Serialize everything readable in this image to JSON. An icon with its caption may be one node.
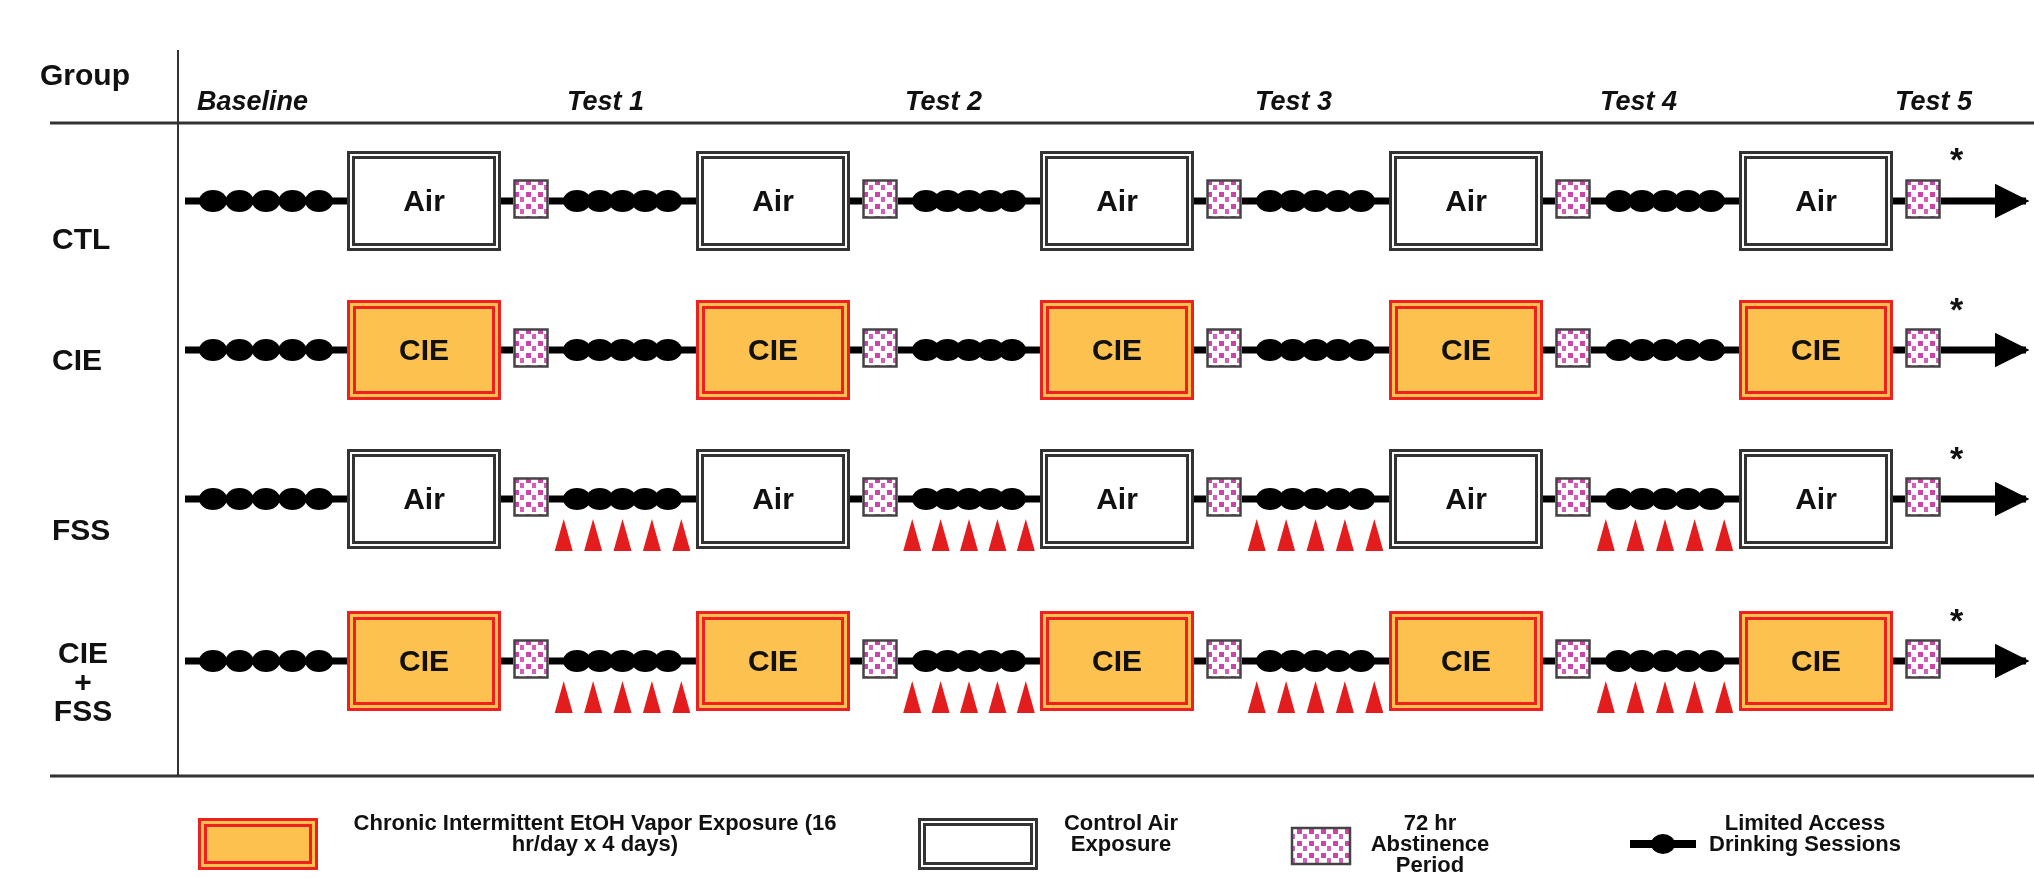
{
  "diagram": {
    "nodes": [
      {
        "text": [
          "Air"
        ]
      },
      {
        "text": [],
        "shape": "box"
      },
      {
        "text": [
          "Air"
        ]
      },
      {
        "text": [],
        "shape": "box"
      },
      {
        "text": [
          "Air"
        ]
      },
      {
        "text": [],
        "shape": "box"
      },
      {
        "text": [
          "Air"
        ]
      },
      {
        "text": [],
        "shape": "box"
      },
      {
        "text": [
          "Air"
        ]
      },
      {
        "text": [],
        "shape": "box"
      },
      {
        "text": [
          "CIE"
        ]
      },
      {
        "text": [],
        "shape": "box"
      },
      {
        "text": [
          "CIE"
        ]
      },
      {
        "text": [],
        "shape": "box"
      },
      {
        "text": [
          "CIE"
        ]
      },
      {
        "text": [],
        "shape": "box"
      },
      {
        "text": [
          "CIE"
        ]
      },
      {
        "text": [],
        "shape": "box"
      },
      {
        "text": [
          "CIE"
        ]
      },
      {
        "text": [],
        "shape": "box"
      },
      {
        "text": [
          "Air"
        ]
      },
      {
        "text": [],
        "shape": "box"
      },
      {
        "text": [
          "Air"
        ]
      },
      {
        "text": [],
        "shape": "box"
      },
      {
        "text": [
          "Air"
        ]
      },
      {
        "text": [],
        "shape": "box"
      },
      {
        "text": [
          "Air"
        ]
      },
      {
        "text": [],
        "shape": "box"
      },
      {
        "text": [
          "Air"
        ]
      },
      {
        "text": [],
        "shape": "box"
      },
      {
        "text": [
          "CIE"
        ]
      },
      {
        "text": [],
        "shape": "box"
      },
      {
        "text": [
          "CIE"
        ]
      },
      {
        "text": [],
        "shape": "box"
      },
      {
        "text": [
          "CIE"
        ]
      },
      {
        "text": [],
        "shape": "box"
      },
      {
        "text": [
          "CIE"
        ]
      },
      {
        "text": [],
        "shape": "box"
      },
      {
        "text": [
          "CIE"
        ]
      },
      {
        "text": [],
        "shape": "box"
      }
    ],
    "edges": [
      {
        "from": null,
        "to": 0,
        "arrow": "none"
      },
      {
        "from": 0,
        "to": 1,
        "arrow": "none"
      },
      {
        "from": 1,
        "to": 2,
        "arrow": "none"
      },
      {
        "from": 2,
        "to": 3,
        "arrow": "none"
      },
      {
        "from": 3,
        "to": 4,
        "arrow": "none"
      },
      {
        "from": 4,
        "to": 5,
        "arrow": "none"
      },
      {
        "from": 5,
        "to": 6,
        "arrow": "none"
      },
      {
        "from": 6,
        "to": 7,
        "arrow": "none"
      },
      {
        "from": 7,
        "to": 8,
        "arrow": "none"
      },
      {
        "from": 8,
        "to": 9,
        "arrow": "none"
      },
      {
        "from": 9,
        "to": null,
        "arrow": "to"
      },
      {
        "from": null,
        "to": 10,
        "arrow": "none"
      },
      {
        "from": 10,
        "to": 11,
        "arrow": "none"
      },
      {
        "from": 11,
        "to": 12,
        "arrow": "none"
      },
      {
        "from": 12,
        "to": 13,
        "arrow": "none"
      },
      {
        "from": 13,
        "to": 14,
        "arrow": "none"
      },
      {
        "from": 14,
        "to": 15,
        "arrow": "none"
      },
      {
        "from": 15,
        "to": 16,
        "arrow": "none"
      },
      {
        "from": 16,
        "to": 17,
        "arrow": "none"
      },
      {
        "from": 17,
        "to": 18,
        "arrow": "none"
      },
      {
        "from": 18,
        "to": 19,
        "arrow": "none"
      },
      {
        "from": 19,
        "to": null,
        "arrow": "to"
      },
      {
        "from": null,
        "to": 20,
        "arrow": "none"
      },
      {
        "from": 20,
        "to": 21,
        "arrow": "none"
      },
      {
        "from": 21,
        "to": 22,
        "arrow": "none"
      },
      {
        "from": 22,
        "to": 23,
        "arrow": "none"
      },
      {
        "from": 23,
        "to": 24,
        "arrow": "none"
      },
      {
        "from": 24,
        "to": 25,
        "arrow": "none"
      },
      {
        "from": 25,
        "to": 26,
        "arrow": "none"
      },
      {
        "from": 26,
        "to": 27,
        "arrow": "none"
      },
      {
        "from": 27,
        "to": 28,
        "arrow": "none"
      },
      {
        "from": 28,
        "to": 29,
        "arrow": "none"
      },
      {
        "from": 29,
        "to": null,
        "arrow": "to"
      },
      {
        "from": null,
        "to": 30,
        "arrow": "none"
      },
      {
        "from": 30,
        "to": 31,
        "arrow": "none"
      },
      {
        "from": 31,
        "to": 32,
        "arrow": "none"
      },
      {
        "from": 32,
        "to": 33,
        "arrow": "none"
      },
      {
        "from": 33,
        "to": 34,
        "arrow": "none"
      },
      {
        "from": 34,
        "to": 35,
        "arrow": "none"
      },
      {
        "from": 35,
        "to": 36,
        "arrow": "none"
      },
      {
        "from": 36,
        "to": 37,
        "arrow": "none"
      },
      {
        "from": 37,
        "to": 38,
        "arrow": "none"
      },
      {
        "from": 38,
        "to": 39,
        "arrow": "none"
      },
      {
        "from": 39,
        "to": null,
        "arrow": "to"
      }
    ],
    "labels": [
      "Group",
      "Baseline",
      "Test 1",
      "Test 2",
      "Test 3",
      "Test 4",
      "Test 5",
      "CTL",
      "*",
      "CIE",
      "*",
      "FSS",
      "*",
      "CIE + FSS",
      "*"
    ],
    "legend": [
      {
        "text": "Chronic Intermittent EtOH Vapor Exposure (16 hr/day x 4 days)"
      },
      {
        "text": "Control Air Exposure"
      },
      {
        "text": "72 hr Abstinence Period"
      },
      {
        "text": "Limited Access Drinking Sessions"
      }
    ]
  }
}
